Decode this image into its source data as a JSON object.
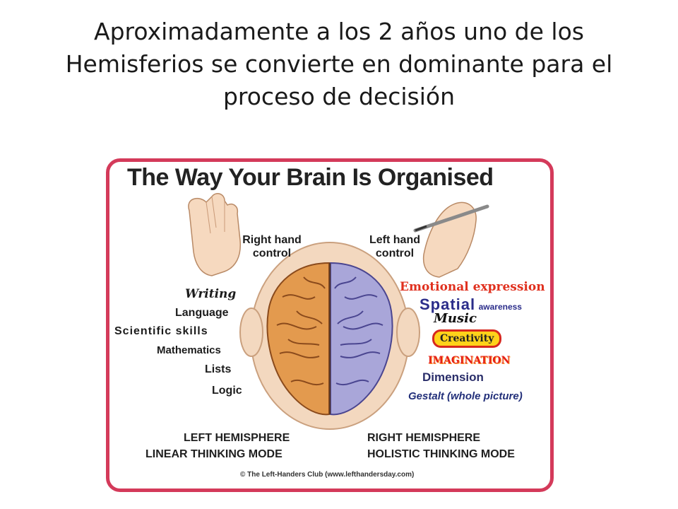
{
  "slide": {
    "title_lines": [
      "Aproximadamente a los 2 años uno de los",
      "Hemisferios se convierte en dominante para el",
      "proceso de decisión"
    ]
  },
  "poster": {
    "heading": "The Way Your Brain Is Organised",
    "right_hand_control": [
      "Right hand",
      "control"
    ],
    "left_hand_control": [
      "Left hand",
      "control"
    ],
    "left_skills": [
      "Writing",
      "Language",
      "Scientific skills",
      "Mathematics",
      "Lists",
      "Logic"
    ],
    "right_skills": {
      "emotional": "Emotional expression",
      "spatial_big": "Spatial",
      "spatial_small": "awareness",
      "music": "Music",
      "creativity": "Creativity",
      "imagination": "IMAGINATION",
      "dimension": "Dimension",
      "gestalt": "Gestalt (whole picture)"
    },
    "left_hemisphere": [
      "LEFT HEMISPHERE",
      "LINEAR THINKING MODE"
    ],
    "right_hemisphere": [
      "RIGHT HEMISPHERE",
      "HOLISTIC THINKING MODE"
    ],
    "copyright": "© The Left-Handers Club (www.lefthandersday.com)",
    "colors": {
      "border": "#d43a5a",
      "left_brain": "#e39a4e",
      "right_brain": "#a9a6d9",
      "creativity_fill": "#ffd21a"
    }
  }
}
